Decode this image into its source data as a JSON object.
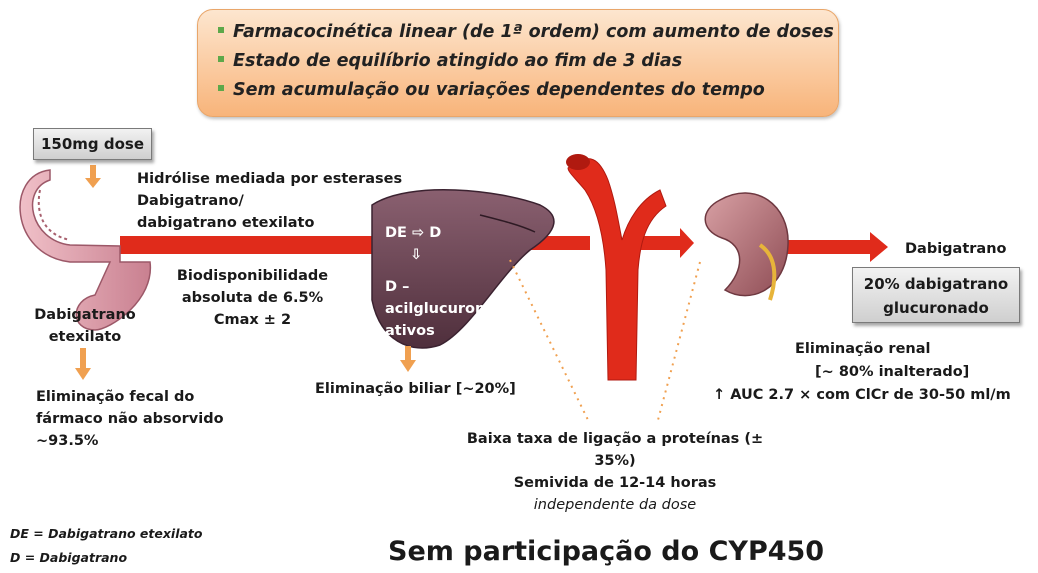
{
  "key_points": [
    "Farmacocinética linear (de 1ª ordem) com aumento de doses",
    "Estado de equilíbrio atingido ao fim de 3 dias",
    "Sem acumulação ou variações dependentes do tempo"
  ],
  "dose_box": "150mg dose",
  "hydrolysis": {
    "line1": "Hidrólise mediada por esterases",
    "line2": "Dabigatrano/",
    "line3": "dabigatrano etexilato"
  },
  "bioavailability": {
    "line1": "Biodisponibilidade",
    "line2": "absoluta de 6.5%",
    "line3": "Cmax ± 2"
  },
  "gut_label": {
    "line1": "Dabigatrano",
    "line2": "etexilato"
  },
  "fecal": {
    "line1": "Eliminação fecal do",
    "line2": "fármaco não absorvido",
    "line3": "~93.5%"
  },
  "liver": {
    "conversion_from": "DE",
    "conversion_arrow": "⇨",
    "conversion_to": "D",
    "down_arrow": "⇩",
    "line1": "D –",
    "line2": "acilglucuronidos",
    "line3": "ativos"
  },
  "biliary": "Eliminação biliar [~20%]",
  "protein": {
    "line1": "Baixa taxa de ligação a proteínas (± 35%)",
    "line2": "Semivida de 12-14 horas",
    "line3": "independente da dose"
  },
  "kidney_output": {
    "label": "Dabigatrano",
    "box_line1": "20% dabigatrano",
    "box_line2": "glucuronado"
  },
  "renal": {
    "line1": "Eliminação renal",
    "line2": "[~ 80% inalterado]",
    "line3": "↑ AUC 2.7 × com ClCr de 30-50 ml/m"
  },
  "legend": {
    "de": "DE = Dabigatrano etexilato",
    "d": "D = Dabigatrano"
  },
  "footer": "Sem participação do CYP450",
  "colors": {
    "flow_red": "#e02b1b",
    "orange_arrow": "#f0a050",
    "key_bullet": "#5da84a"
  }
}
